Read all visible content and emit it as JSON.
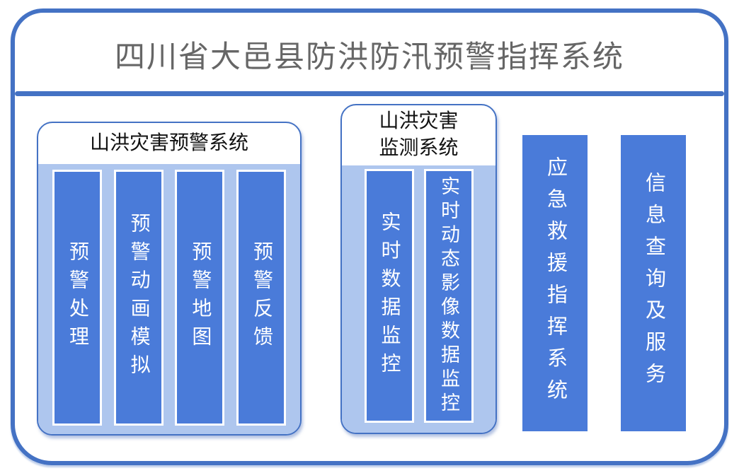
{
  "header": {
    "title": "四川省大邑县防洪防汛预警指挥系统"
  },
  "groups": {
    "warning": {
      "title": "山洪灾害预警系统",
      "bars": [
        "预警处理",
        "预警动画模拟",
        "预警地图",
        "预警反馈"
      ]
    },
    "monitoring": {
      "title_line1": "山洪灾害",
      "title_line2": "监测系统",
      "bars": [
        "实时数据监控",
        "实时动态影像数据监控"
      ]
    }
  },
  "standalone": {
    "emergency": "应急救援指挥系统",
    "info": "信息查询及服务"
  },
  "colors": {
    "frame_blue": "#4472C4",
    "bar_blue": "#4A7BD9",
    "panel_blue": "#AEC6EE",
    "page_title_text": "#666666",
    "group_title_text": "#111111",
    "bar_text": "#ffffff"
  }
}
